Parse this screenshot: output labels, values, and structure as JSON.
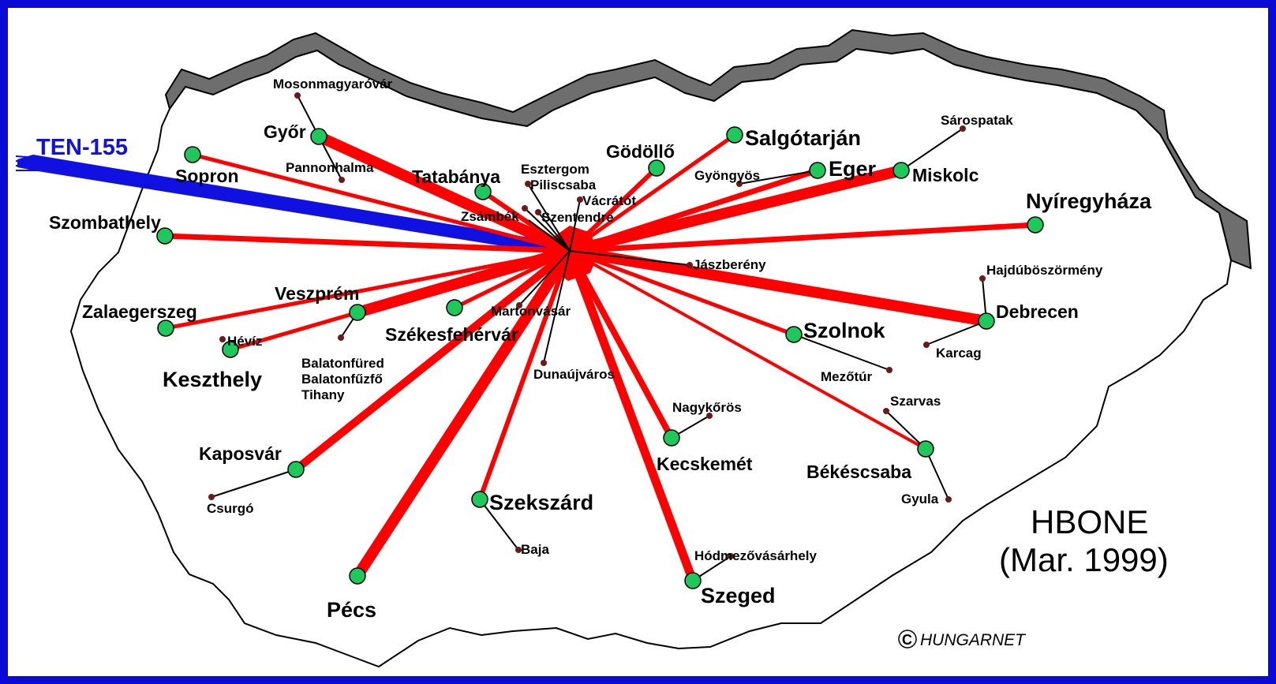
{
  "map": {
    "title_line1": "HBONE",
    "title_line2": "(Mar. 1999)",
    "copyright": "HUNGARNET",
    "copyright_symbol": "C",
    "international_link": "TEN-155",
    "colors": {
      "background": "#0a0ad6",
      "country_fill": "#ffffff",
      "border_shadow": "#6e6e6e",
      "backbone": "#ff0000",
      "international": "#1010e0",
      "major_node": "#1fc85a",
      "minor_node": "#6b1a1a",
      "minor_link": "#000000"
    }
  },
  "nodes": {
    "gyor": "Győr",
    "mosonmagyarovar": "Mosonmagyaróvár",
    "pannonhalma": "Pannonhalma",
    "sopron": "Sopron",
    "szombathely": "Szombathely",
    "tatabanya": "Tatabánya",
    "esztergom": "Esztergom",
    "piliscsaba": "Piliscsaba",
    "vacratot": "Vácrátót",
    "zsambek": "Zsámbék",
    "szentendre": "Szentendre",
    "godollo": "Gödöllő",
    "salgotarjan": "Salgótarján",
    "gyongyos": "Gyöngyös",
    "eger": "Eger",
    "sarospatak": "Sárospatak",
    "miskolc": "Miskolc",
    "nyiregyhaza": "Nyíregyháza",
    "jaszbereny": "Jászberény",
    "hajduboszormeny": "Hajdúböszörmény",
    "debrecen": "Debrecen",
    "karcag": "Karcag",
    "szolnok": "Szolnok",
    "mezotur": "Mezőtúr",
    "szarvas": "Szarvas",
    "bekescsaba": "Békéscsaba",
    "gyula": "Gyula",
    "veszprem": "Veszprém",
    "zalaegerszeg": "Zalaegerszeg",
    "heviz": "Hévíz",
    "keszthely": "Keszthely",
    "balatonfured": "Balatonfüred",
    "balatonfuzfo": "Balatonfűzfő",
    "tihany": "Tihany",
    "martonvasar": "Martonvásár",
    "szekesfehervar": "Székesfehérvár",
    "dunaujvaros": "Dunaújváros",
    "nagykoros": "Nagykőrös",
    "kecskemet": "Kecskemét",
    "kaposvar": "Kaposvár",
    "csurgo": "Csurgó",
    "szekszard": "Szekszárd",
    "baja": "Baja",
    "pecs": "Pécs",
    "hodmezovasarhely": "Hódmezővásárhely",
    "szeged": "Szeged"
  }
}
